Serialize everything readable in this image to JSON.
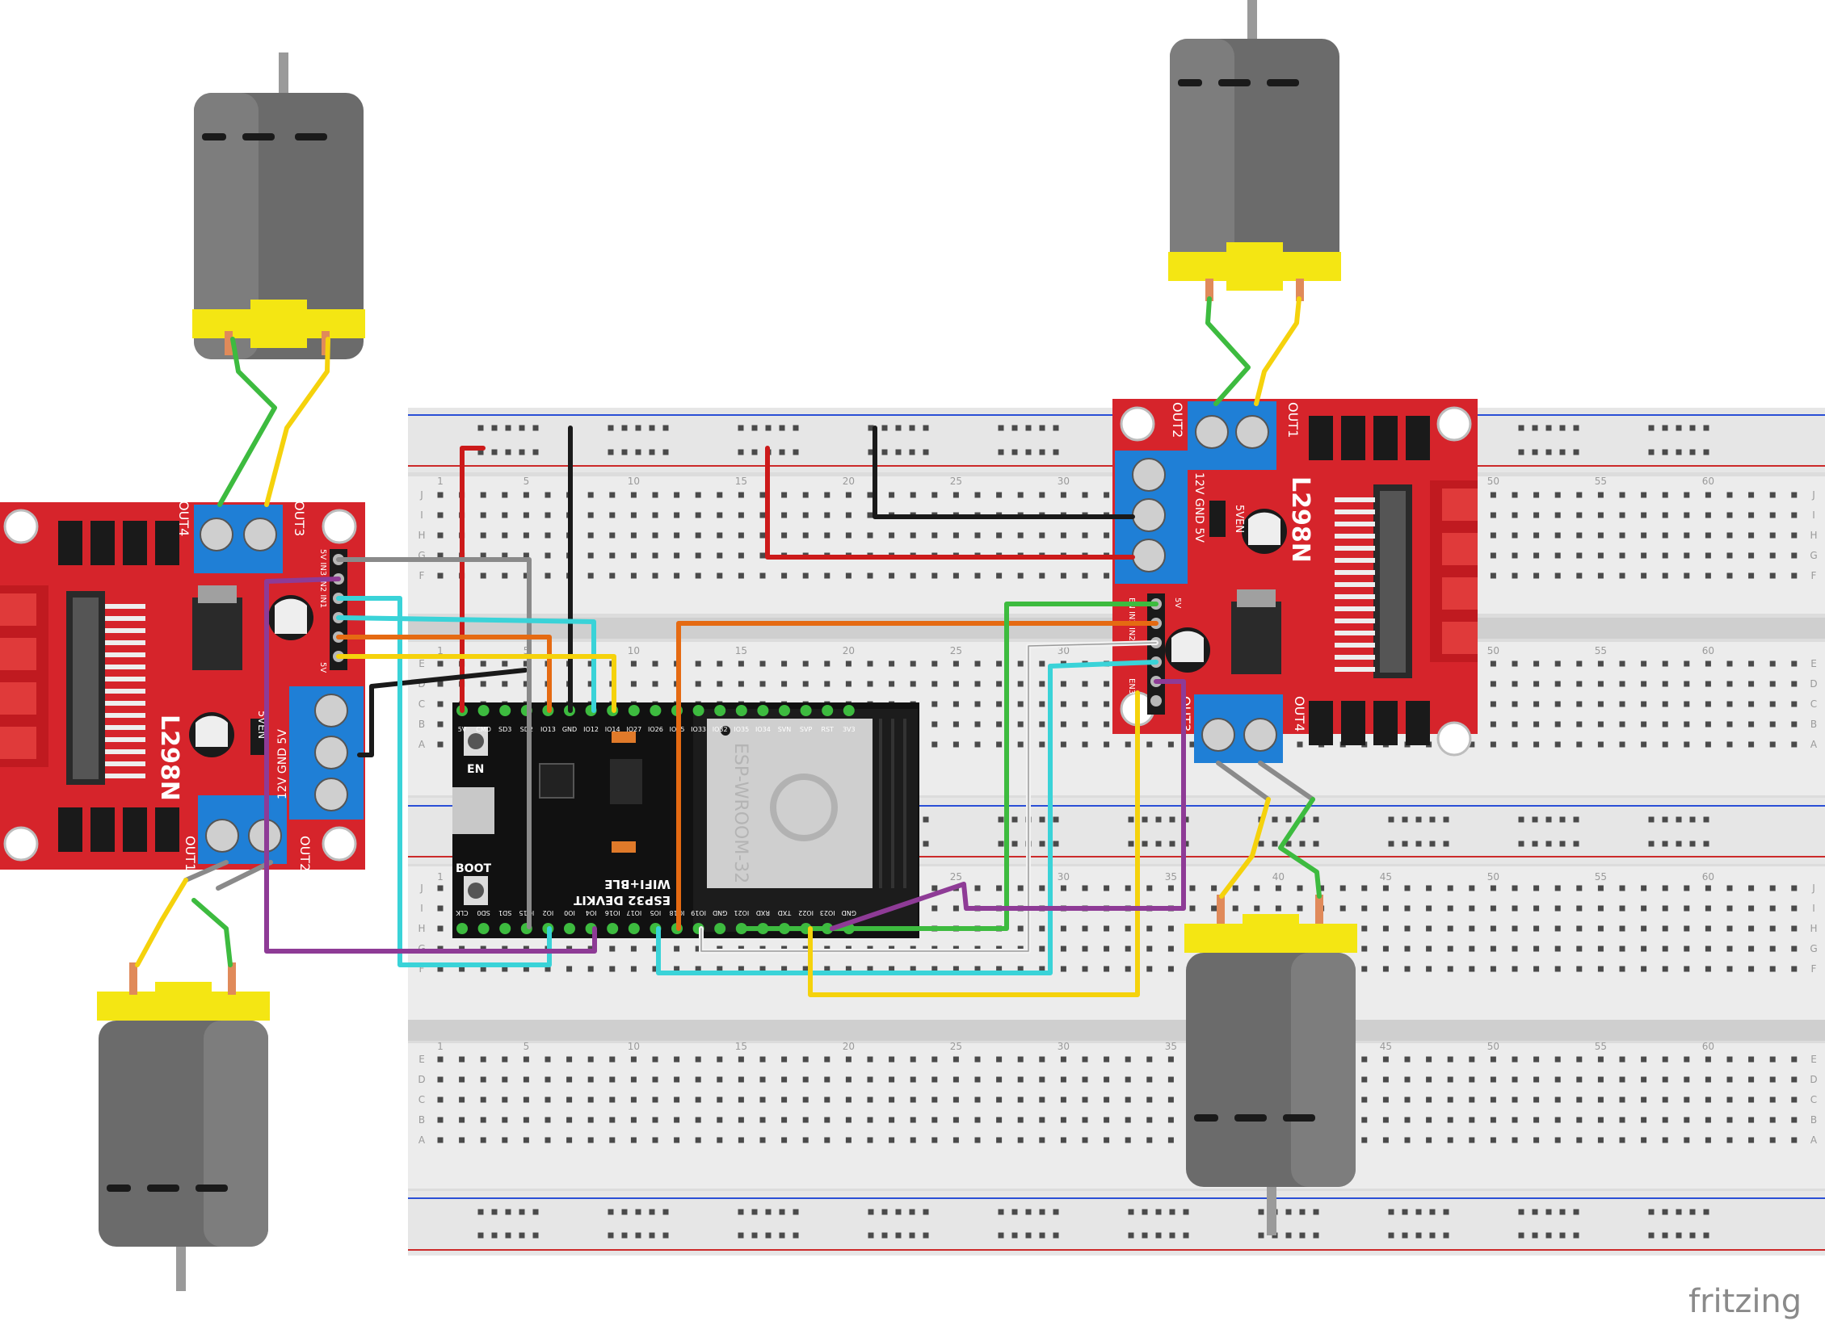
{
  "brand": {
    "text": "fritzing"
  },
  "breadboard": {
    "rows_top": [
      "J",
      "I",
      "H",
      "G",
      "F"
    ],
    "rows_bottom": [
      "E",
      "D",
      "C",
      "B",
      "A"
    ],
    "col_numbers": [
      "1",
      "5",
      "10",
      "15",
      "20",
      "25",
      "30",
      "35",
      "40",
      "45",
      "50",
      "55",
      "60"
    ]
  },
  "driver_left": {
    "chip": "L298N",
    "out_a": "OUT4",
    "out_b": "OUT3",
    "out_c": "OUT1",
    "out_d": "OUT2",
    "pwr": "12V GND 5V",
    "jumper": "5VEN",
    "pins_top": "5V IN3 IN2 IN1",
    "pins_low": "5V"
  },
  "driver_right": {
    "chip": "L298N",
    "out_a": "OUT2",
    "out_b": "OUT1",
    "out_c": "OUT3",
    "out_d": "OUT4",
    "pwr": "12V GND 5V",
    "jumper": "5VEN",
    "pins_top": "EN IN1 IN2",
    "pins_low": "EN3 IN4",
    "pin_5v": "5V"
  },
  "esp32": {
    "title": "ESP32 DEVKIT",
    "subtitle": "WIFI+BLE",
    "module": "ESP-WROOM-32",
    "btn_en": "EN",
    "btn_boot": "BOOT",
    "top_pins": [
      "5V",
      "CMD",
      "SD3",
      "SD2",
      "IO13",
      "GND",
      "IO12",
      "IO14",
      "IO27",
      "IO26",
      "IO25",
      "IO33",
      "IO32",
      "IO35",
      "IO34",
      "SVN",
      "SVP",
      "RST",
      "3V3"
    ],
    "bottom_pins": [
      "CLK",
      "SD0",
      "SD1",
      "IO15",
      "IO2",
      "IO0",
      "IO4",
      "IO16",
      "IO17",
      "IO5",
      "IO18",
      "IO19",
      "GND",
      "IO21",
      "RXD",
      "TXD",
      "IO22",
      "IO23",
      "GND"
    ]
  },
  "colors": {
    "board_red": "#d6242b",
    "terminal_blue": "#1f7fd6",
    "motor_gray": "#6b6b6b",
    "motor_yellow": "#f4e613",
    "wire_green": "#3dbb3f",
    "wire_yellow": "#f5d20c",
    "wire_cyan": "#3ad3d8",
    "wire_orange": "#e56a12",
    "wire_purple": "#8e3b96",
    "wire_gray": "#8a8a8a",
    "wire_red": "#cc1a1a",
    "wire_black": "#1a1a1a"
  }
}
